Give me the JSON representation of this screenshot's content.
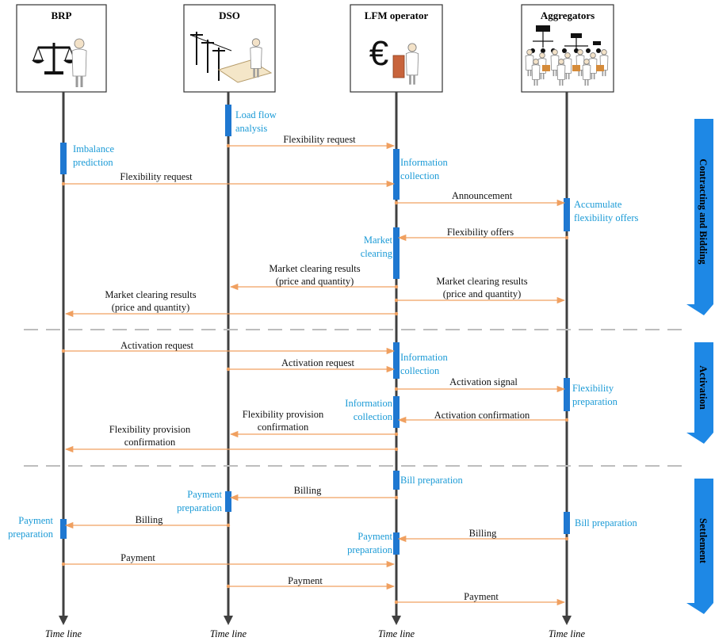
{
  "actors": [
    {
      "name": "BRP",
      "icon": "scales-person-icon"
    },
    {
      "name": "DSO",
      "icon": "power-grid-person-icon"
    },
    {
      "name": "LFM operator",
      "icon": "euro-person-icon"
    },
    {
      "name": "Aggregators",
      "icon": "aggregator-group-icon"
    }
  ],
  "timeline_label": "Time line",
  "phases": [
    {
      "id": "contracting",
      "label": "Contracting and Bidding"
    },
    {
      "id": "activation",
      "label": "Activation"
    },
    {
      "id": "settlement",
      "label": "Settlement"
    }
  ],
  "activities": [
    {
      "lane": 1,
      "lines": [
        "Load flow",
        "analysis"
      ]
    },
    {
      "lane": 0,
      "lines": [
        "Imbalance",
        "prediction"
      ]
    },
    {
      "lane": 2,
      "lines": [
        "Information",
        "collection"
      ]
    },
    {
      "lane": 3,
      "lines": [
        "Accumulate",
        "flexibility offers"
      ]
    },
    {
      "lane": 2,
      "lines": [
        "Market",
        "clearing"
      ]
    },
    {
      "lane": 2,
      "lines": [
        "Information",
        "collection"
      ]
    },
    {
      "lane": 3,
      "lines": [
        "Flexibility",
        "preparation"
      ]
    },
    {
      "lane": 2,
      "lines": [
        "Information",
        "collection"
      ]
    },
    {
      "lane": 2,
      "lines": [
        "Bill preparation"
      ]
    },
    {
      "lane": 1,
      "lines": [
        "Payment",
        "preparation"
      ]
    },
    {
      "lane": 0,
      "lines": [
        "Payment",
        "preparation"
      ]
    },
    {
      "lane": 3,
      "lines": [
        "Bill preparation"
      ]
    },
    {
      "lane": 2,
      "lines": [
        "Payment",
        "preparation"
      ]
    }
  ],
  "messages": [
    {
      "from": 1,
      "to": 2,
      "lines": [
        "Flexibility request"
      ]
    },
    {
      "from": 0,
      "to": 2,
      "lines": [
        "Flexibility request"
      ]
    },
    {
      "from": 2,
      "to": 3,
      "lines": [
        "Announcement"
      ]
    },
    {
      "from": 3,
      "to": 2,
      "lines": [
        "Flexibility offers"
      ]
    },
    {
      "from": 2,
      "to": 1,
      "lines": [
        "Market clearing results",
        "(price and quantity)"
      ]
    },
    {
      "from": 2,
      "to": 3,
      "lines": [
        "Market clearing results",
        "(price and quantity)"
      ]
    },
    {
      "from": 2,
      "to": 0,
      "lines": [
        "Market clearing results",
        "(price and quantity)"
      ]
    },
    {
      "from": 0,
      "to": 2,
      "lines": [
        "Activation request"
      ]
    },
    {
      "from": 1,
      "to": 2,
      "lines": [
        "Activation request"
      ]
    },
    {
      "from": 2,
      "to": 3,
      "lines": [
        "Activation signal"
      ]
    },
    {
      "from": 3,
      "to": 2,
      "lines": [
        "Activation confirmation"
      ]
    },
    {
      "from": 2,
      "to": 1,
      "lines": [
        "Flexibility provision",
        "confirmation"
      ]
    },
    {
      "from": 2,
      "to": 0,
      "lines": [
        "Flexibility provision",
        "confirmation"
      ]
    },
    {
      "from": 2,
      "to": 1,
      "lines": [
        "Billing"
      ]
    },
    {
      "from": 1,
      "to": 0,
      "lines": [
        "Billing"
      ]
    },
    {
      "from": 3,
      "to": 2,
      "lines": [
        "Billing"
      ]
    },
    {
      "from": 0,
      "to": 2,
      "lines": [
        "Payment"
      ]
    },
    {
      "from": 1,
      "to": 2,
      "lines": [
        "Payment"
      ]
    },
    {
      "from": 2,
      "to": 3,
      "lines": [
        "Payment"
      ]
    }
  ],
  "colors": {
    "lifeline": "#404040",
    "activity_bar": "#1f78d1",
    "activity_text": "#1a9ad6",
    "message_arrow": "#f0a060",
    "phase_arrow": "#1e88e5",
    "separator": "#bdbdbd"
  }
}
